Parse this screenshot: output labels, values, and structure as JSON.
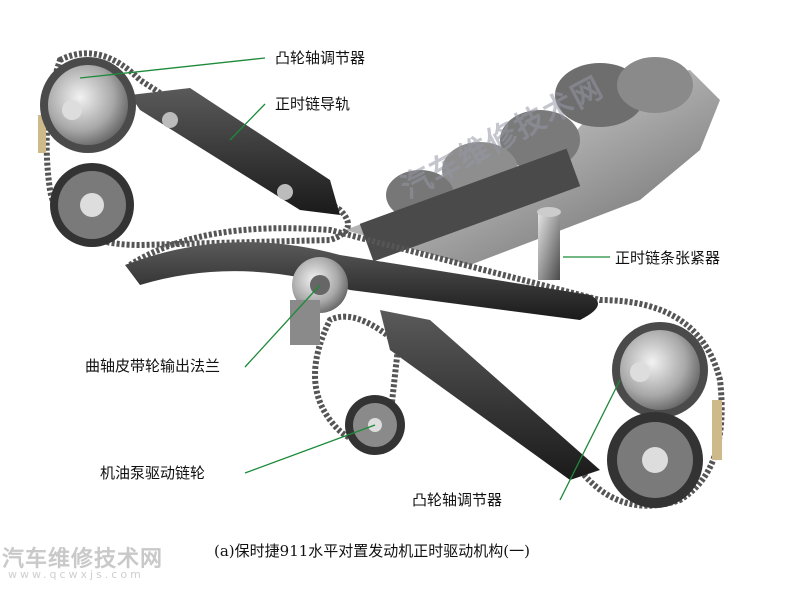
{
  "labels": {
    "cam_adjuster_top": "凸轮轴调节器",
    "chain_guide": "正时链导轨",
    "tensioner": "正时链条张紧器",
    "crank_flange": "曲轴皮带轮输出法兰",
    "oil_pump_sprocket": "机油泵驱动链轮",
    "cam_adjuster_bottom": "凸轮轴调节器"
  },
  "caption": "(a)保时捷911水平对置发动机正时驱动机构(一)",
  "watermark": {
    "center": "汽车维修技术网",
    "corner_cn": "汽车维修技术网",
    "corner_url": "www.qcwxjs.com"
  },
  "colors": {
    "leader_line": "#1d8a3a",
    "chain": "#555555",
    "guide": "#2b2b2b",
    "metal": "#9a9a9a",
    "accent_pad": "#cdb98a"
  }
}
